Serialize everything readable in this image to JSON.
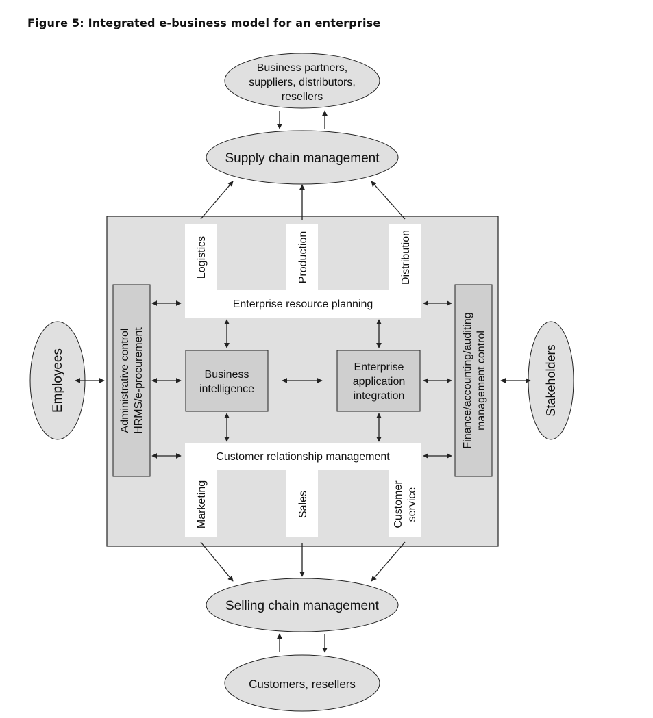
{
  "title": "Figure 5:   Integrated e-business model for an enterprise",
  "nodes": {
    "partners": [
      "Business partners,",
      "suppliers, distributors,",
      "resellers"
    ],
    "supply_chain": "Supply chain management",
    "logistics": "Logistics",
    "production": "Production",
    "distribution": "Distribution",
    "erp": "Enterprise resource planning",
    "admin": [
      "Administrative control",
      "HRMS/e-procurement"
    ],
    "finance": [
      "Finance/accounting/auditing",
      "management control"
    ],
    "employees": "Employees",
    "stakeholders": "Stakeholders",
    "bi": [
      "Business",
      "intelligence"
    ],
    "eai": [
      "Enterprise",
      "application",
      "integration"
    ],
    "crm": "Customer relationship management",
    "marketing": "Marketing",
    "sales": "Sales",
    "customer_service": [
      "Customer",
      "service"
    ],
    "selling_chain": "Selling chain management",
    "customers": "Customers, resellers"
  },
  "colors": {
    "shaded": "#e0e0e0",
    "box": "#cfcfcf",
    "line": "#222222",
    "white": "#ffffff"
  }
}
